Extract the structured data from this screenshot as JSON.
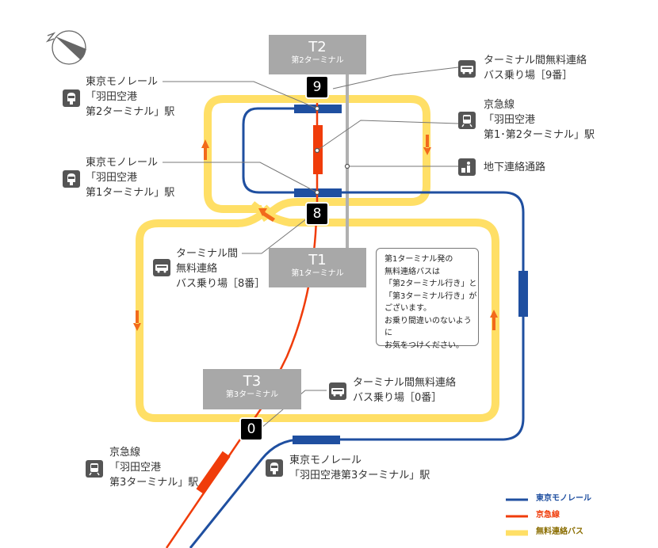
{
  "colors": {
    "monorail": "#1f4fa0",
    "keikyu": "#f03c0a",
    "bus": "#ffdf66",
    "bus_arrow": "#f26a1b",
    "terminal": "#a8a8a8",
    "underpass": "#b0b0b0",
    "icon_bg": "#555555"
  },
  "compass": {
    "label": "N"
  },
  "terminals": {
    "t2": {
      "code": "T2",
      "name": "第2ターミナル"
    },
    "t1": {
      "code": "T1",
      "name": "第1ターミナル"
    },
    "t3": {
      "code": "T3",
      "name": "第3ターミナル"
    }
  },
  "stops": {
    "s9": "9",
    "s8": "8",
    "s0": "0"
  },
  "labels": {
    "bus9": {
      "icon": "bus-icon",
      "lines": [
        "ターミナル間無料連絡",
        "バス乗り場［9番］"
      ]
    },
    "mono_t2": {
      "icon": "monorail-icon",
      "lines": [
        "東京モノレール",
        "「羽田空港",
        "第2ターミナル」駅"
      ]
    },
    "keikyu_t12": {
      "icon": "train-icon",
      "lines": [
        "京急線",
        "「羽田空港",
        "第1･第2ターミナル」駅"
      ]
    },
    "underpass": {
      "icon": "underpass-icon",
      "lines": [
        "地下連絡通路"
      ]
    },
    "mono_t1": {
      "icon": "monorail-icon",
      "lines": [
        "東京モノレール",
        "「羽田空港",
        "第1ターミナル」駅"
      ]
    },
    "bus8": {
      "icon": "bus-icon",
      "lines": [
        "ターミナル間",
        "無料連絡",
        "バス乗り場［8番］"
      ]
    },
    "bus0": {
      "icon": "bus-icon",
      "lines": [
        "ターミナル間無料連絡",
        "バス乗り場［0番］"
      ]
    },
    "keikyu_t3": {
      "icon": "train-icon",
      "lines": [
        "京急線",
        "「羽田空港",
        "第3ターミナル」駅"
      ]
    },
    "mono_t3": {
      "icon": "monorail-icon",
      "lines": [
        "東京モノレール",
        "「羽田空港第3ターミナル」駅"
      ]
    }
  },
  "note": {
    "lines": [
      "第1ターミナル発の",
      "無料連絡バスは",
      "「第2ターミナル行き」と",
      "「第3ターミナル行き」が",
      "ございます。",
      "お乗り間違いのないように",
      "お気をつけください。"
    ]
  },
  "legend": [
    {
      "label": "東京モノレール",
      "color": "#1f4fa0",
      "text_color": "#1f4fa0"
    },
    {
      "label": "京急線",
      "color": "#f03c0a",
      "text_color": "#f03c0a"
    },
    {
      "label": "無料連絡バス",
      "color": "#ffdf66",
      "text_color": "#8a6d00"
    }
  ]
}
